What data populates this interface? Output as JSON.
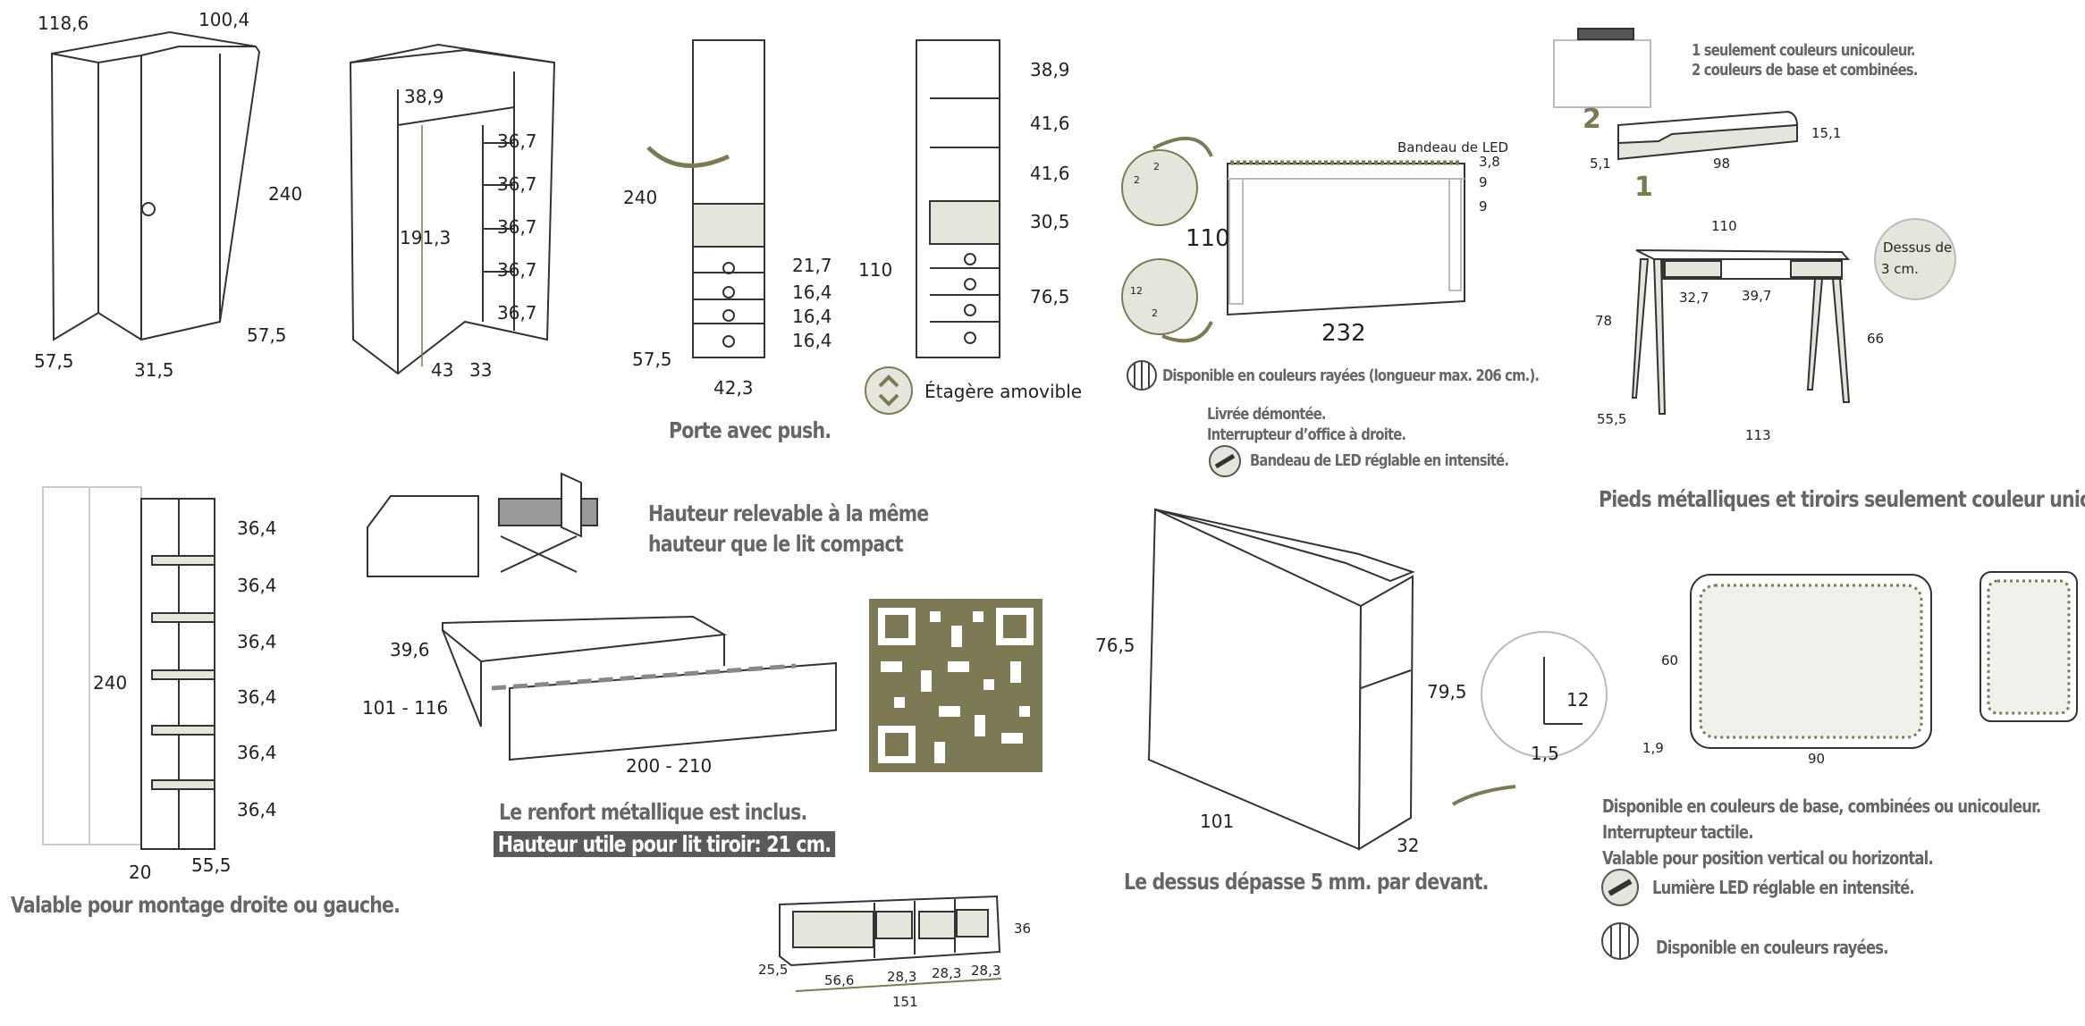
{
  "colors": {
    "accent": "#7b7a55",
    "text": "#666666",
    "line": "#333333",
    "fill": "#e6e5dc",
    "banner": "#5a5a5a"
  },
  "corner_wardrobe": {
    "dims": [
      "118,6",
      "100,4",
      "240",
      "57,5",
      "31,5",
      "57,5"
    ]
  },
  "corner_wardrobe_open": {
    "top": "38,9",
    "height": "191,3",
    "shelves": [
      "36,7",
      "36,7",
      "36,7",
      "36,7",
      "36,7"
    ],
    "depth_a": "43",
    "depth_b": "33"
  },
  "push_cabinet": {
    "height": "240",
    "depth": "57,5",
    "width": "42,3",
    "drawers": [
      "21,7",
      "16,4",
      "16,4",
      "16,4"
    ],
    "caption": "Porte avec push."
  },
  "bookcase": {
    "shelves": [
      "38,9",
      "41,6",
      "41,6",
      "30,5",
      "76,5"
    ],
    "height": "110",
    "removable_label": "Étagère amovible"
  },
  "headboard_led": {
    "led_label": "Bandeau de LED",
    "dims": {
      "led": "3,8",
      "v": "9",
      "h": "9",
      "height": "110",
      "width": "232"
    },
    "detail_top": {
      "a": "2",
      "b": "2"
    },
    "detail_bottom": {
      "a": "12",
      "b": "2"
    },
    "note_striped": "Disponible en couleurs rayées (longueur max. 206 cm.).",
    "note_delivery": "Livrée démontée.",
    "note_switch": "Interrupteur d’office à droite.",
    "note_led": "Bandeau de LED réglable en intensité."
  },
  "desk_shelf": {
    "note1": "1 seulement couleurs unicouleur.",
    "note2": "2 couleurs de base et combinées.",
    "marker1": "1",
    "marker2": "2",
    "height": "15,1",
    "depth": "5,1",
    "width": "98"
  },
  "desk": {
    "top_width": "110",
    "height": "78",
    "drawer_a": "32,7",
    "drawer_b": "39,7",
    "clearance": "66",
    "depth": "55,5",
    "width": "113",
    "detail": [
      "Dessus de",
      "3 cm."
    ],
    "caption": "Pieds métalliques et tiroirs seulement couleur unicouleur."
  },
  "shelf_column": {
    "height": "240",
    "shelves": [
      "36,4",
      "36,4",
      "36,4",
      "36,4",
      "36,4",
      "36,4"
    ],
    "depth_a": "20",
    "depth_b": "55,5",
    "caption": "Valable pour montage droite ou gauche."
  },
  "bed": {
    "lift_note": [
      "Hauteur relevable à la même",
      "hauteur que le lit compact"
    ],
    "height": "39,6",
    "width": "101 - 116",
    "length": "200 - 210",
    "note_reinforce": "Le renfort métallique est inclus.",
    "note_height": "Hauteur utile pour lit tiroir: 21 cm."
  },
  "low_unit": {
    "height": "36",
    "depth": "25,5",
    "sections": [
      "56,6",
      "28,3",
      "28,3",
      "28,3"
    ],
    "width": "151"
  },
  "bench": {
    "height": "76,5",
    "height_back": "79,5",
    "width": "101",
    "depth": "32",
    "detail_a": "12",
    "detail_b": "1,5",
    "caption": "Le dessus dépasse 5 mm. par devant."
  },
  "mirror": {
    "height": "60",
    "depth": "1,9",
    "width": "90",
    "notes": [
      "Disponible en couleurs de base, combinées ou unicouleur.",
      "Interrupteur tactile.",
      "Valable pour position vertical ou horizontal."
    ],
    "note_led": "Lumière LED réglable en intensité.",
    "note_striped": "Disponible en couleurs rayées."
  }
}
